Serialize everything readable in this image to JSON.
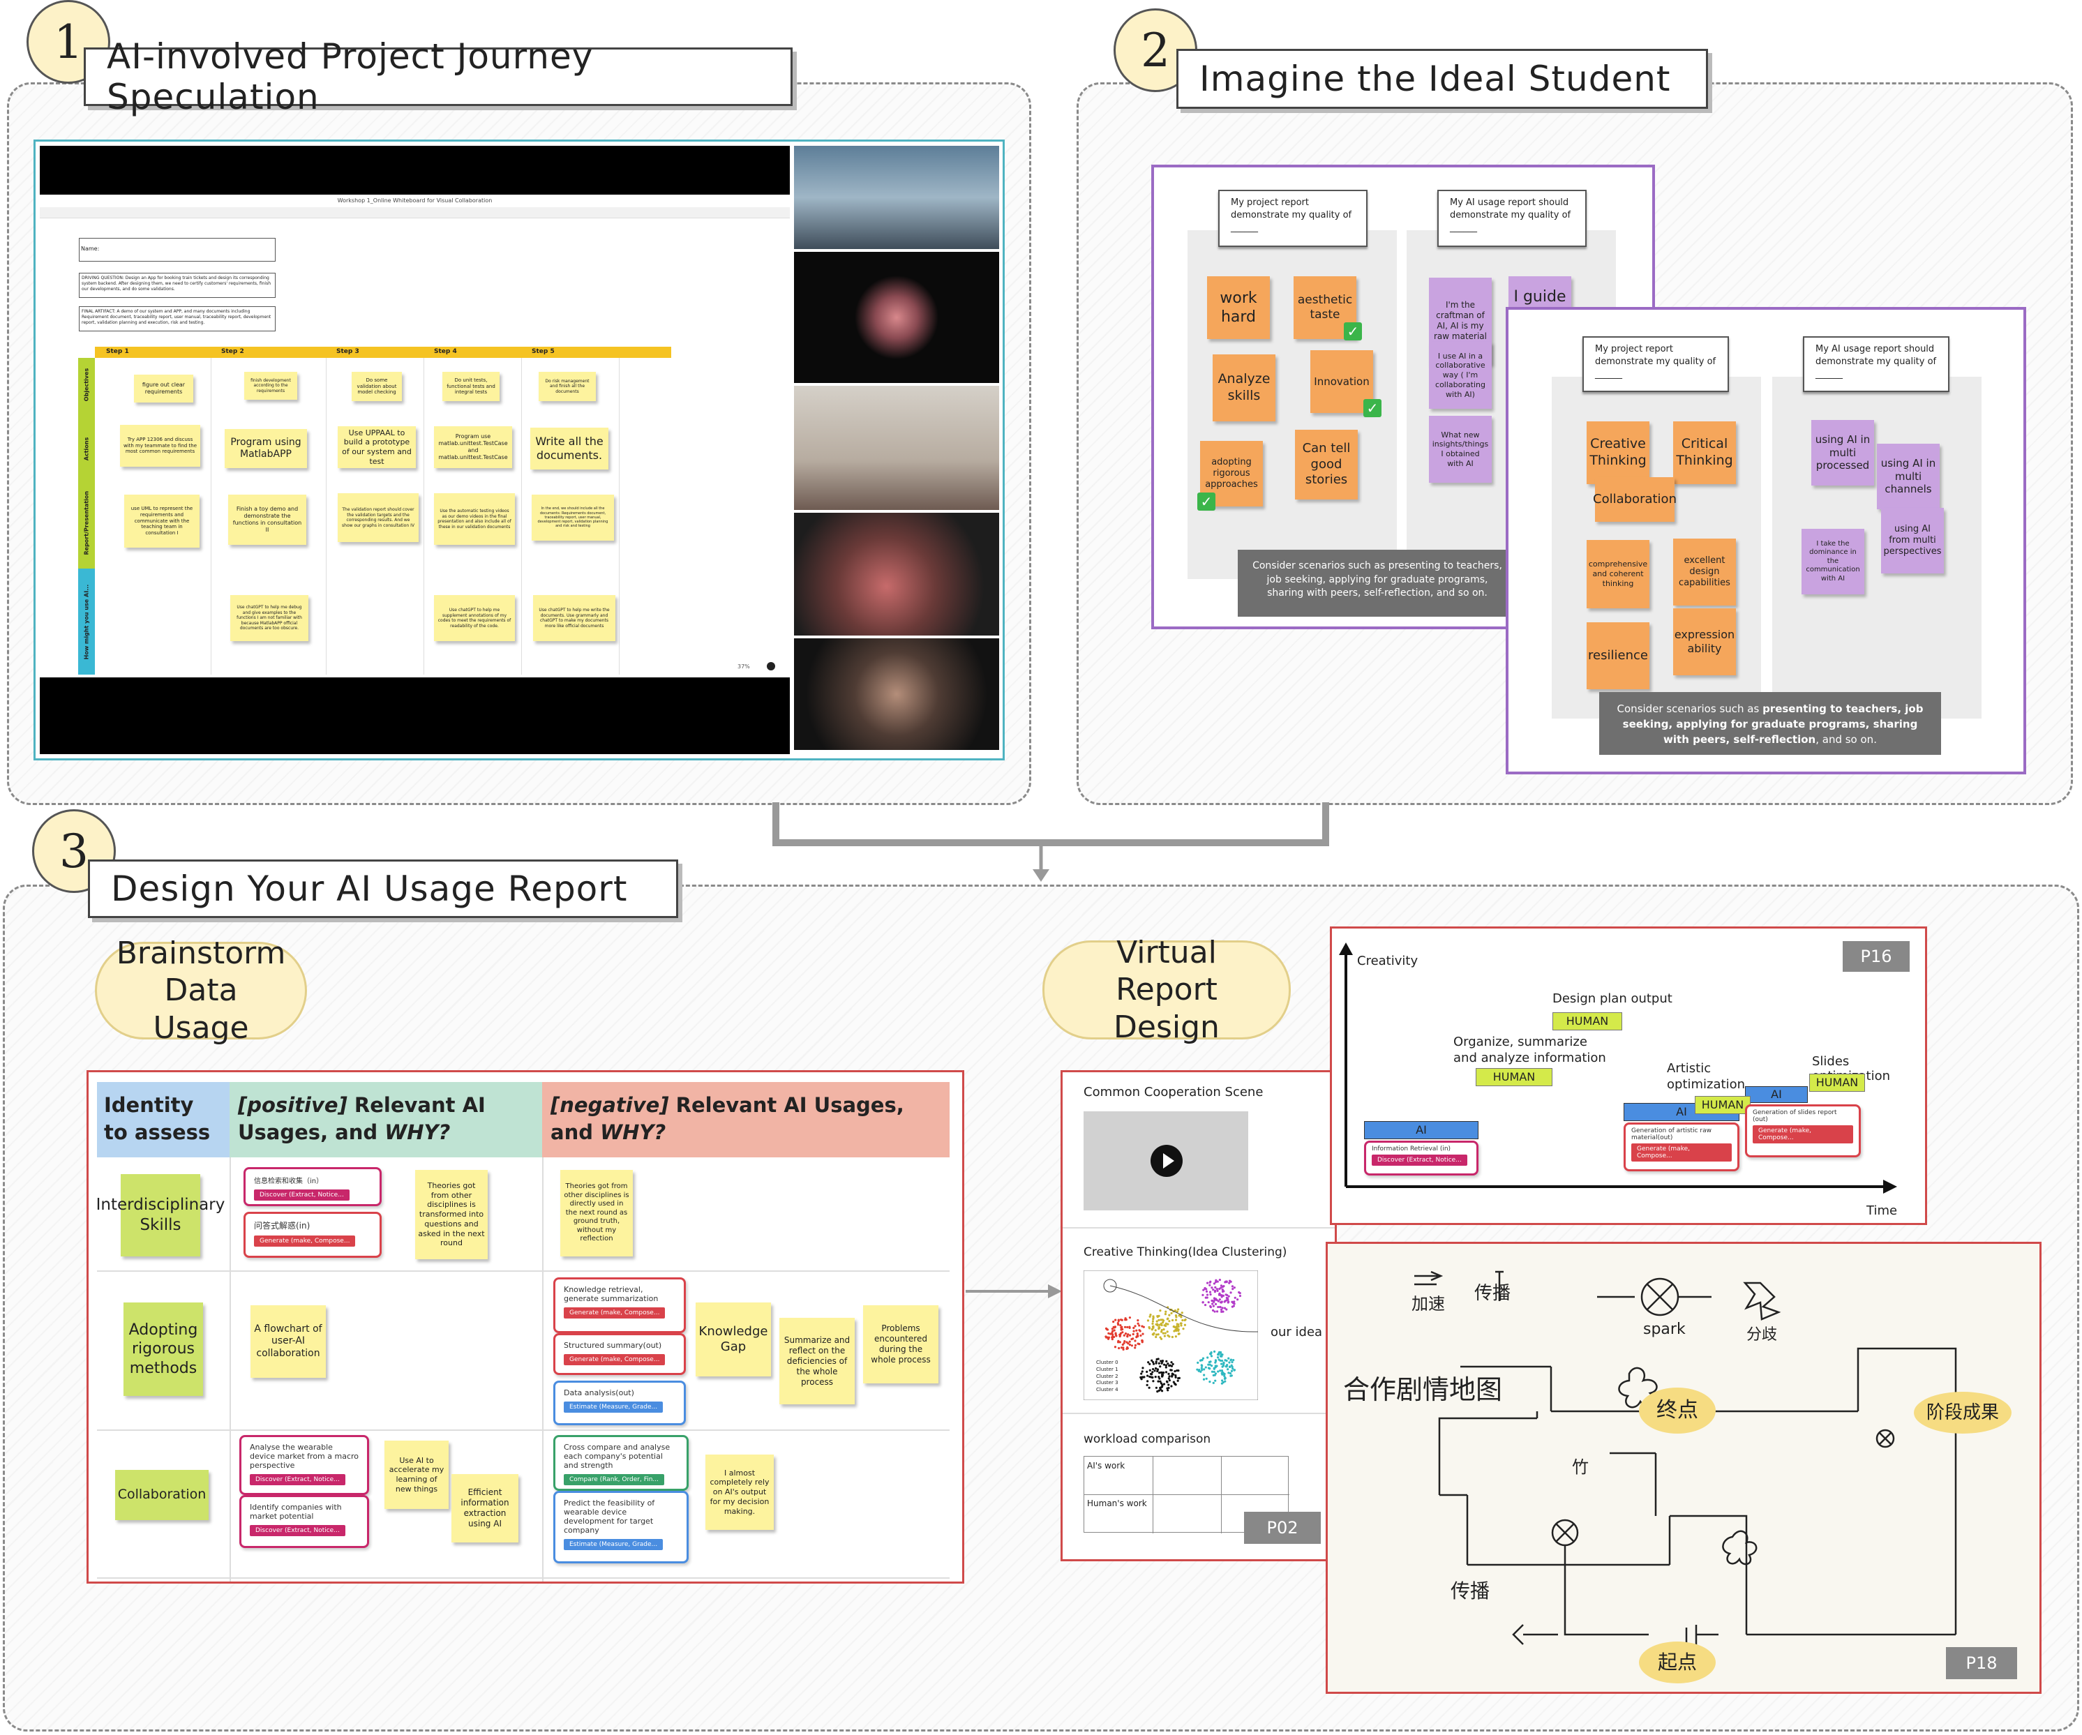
{
  "section1": {
    "number": "1",
    "title": "AI-involved Project Journey Speculation",
    "window_title": "Workshop 1_Online Whiteboard for Visual Collaboration",
    "name_label": "Name:",
    "driving_question": "DRIVING QUESTION: Design an App for booking train tickets and design its corresponding system backend. After designing them, we need to certify customers' requirements, finish our developments, and do some validations.",
    "final_artifact": "FINAL ARTIFACT: A demo of our system and APP, and many documents including Requirement document, traceability report, user manual, traceability report, development report, validation planning and execution, risk and testing.",
    "steps": [
      "Step 1",
      "Step 2",
      "Step 3",
      "Step 4",
      "Step 5"
    ],
    "rows": [
      "Objectives",
      "Actions",
      "Report/Presentation",
      "How might you use AI..."
    ],
    "cells": [
      [
        "figure out clear requirements",
        "finish development according to the requirements",
        "Do some validation about model checking",
        "Do unit tests, functional tests and integral tests",
        "Do risk management and finish all the documents"
      ],
      [
        "Try APP 12306 and discuss with my teammate to find the most common requirements",
        "Program using MatlabAPP",
        "Use UPPAAL to build a prototype of our system and test",
        "Program use matlab.unittest.TestCase and matlab.unittest.TestCase",
        "Write all the documents."
      ],
      [
        "use UML to represent the requirements and communicate with the teaching team in consultation I",
        "Finish a toy demo and demonstrate the functions in consultation II",
        "The validation report should cover the validation targets and the corresponding results. And we show our graphs in consultation IV",
        "Use the automatic testing videos as our demo videos in the final presentation and also include all of these in our validation documents",
        "In the end, we should include all the documents: Requirements document, traceability report, user manual, development report, validation planning and risk and testing"
      ],
      [
        "",
        "Use chatGPT to help me debug and give examples to the functions I am not familiar with because MatlabAPP official documents are too obscure.",
        "",
        "Use chatGPT to help me supplement annotations of my codes to meet the requirements of readability of the code.",
        "Use chatGPT to help me write the documents. Use grammarly and chatGPT to make my documents more like official documents"
      ]
    ],
    "zoom": "37%"
  },
  "section2": {
    "number": "2",
    "title": "Imagine the Ideal Student",
    "board_back": {
      "header_left": "My project report demonstrate my quality of ______",
      "header_right": "My AI usage report should demonstrate my quality of ______",
      "orange": [
        "work hard",
        "aesthetic taste",
        "Analyze skills",
        "Innovation",
        "adopting rigorous approaches",
        "Can tell good stories"
      ],
      "purple": [
        "I'm the craftman of AI, AI is my raw material",
        "I use AI in a collaborative way ( I'm collaborating with AI)",
        "What new insights/things I obtained with AI",
        "I guide"
      ],
      "scenario": "Consider scenarios such as presenting to teachers, job seeking, applying for graduate programs, sharing with peers, self-reflection, and so on."
    },
    "board_front": {
      "header_left": "My project report demonstrate my quality of ______",
      "header_right": "My AI usage report should demonstrate my quality of ______",
      "orange": [
        "Creative Thinking",
        "Critical Thinking",
        "Collaboration",
        "comprehensive and coherent thinking",
        "excellent design capabilities",
        "resilience",
        "expression ability"
      ],
      "purple": [
        "using AI in multi processed",
        "using AI in multi channels",
        "using AI from multi perspectives",
        "I take the dominance in the communication with AI"
      ],
      "scenario_prefix": "Consider scenarios such as ",
      "scenario_bold": "presenting to teachers, job seeking, applying for graduate programs, sharing with peers, self-reflection",
      "scenario_suffix": ", and so on."
    }
  },
  "section3": {
    "number": "3",
    "title": "Design Your AI Usage Report",
    "brainstorm_label": "Brainstorm Data Usage",
    "virtual_label": "Virtual Report Design",
    "table": {
      "col1": "Identity to assess",
      "col2_em": "[positive]",
      "col2_rest": " Relevant AI Usages, and ",
      "col2_why": "WHY?",
      "col3_em": "[negative]",
      "col3_rest": " Relevant AI Usages, and ",
      "col3_why": "WHY?",
      "identities": [
        "Interdisciplinary Skills",
        "Adopting rigorous methods",
        "Collaboration"
      ],
      "row1_cards": [
        {
          "text": "信息检索和收集（in）",
          "tag": "Discover (Extract, Notice..."
        },
        {
          "text": "问答式解惑(in)",
          "tag": "Generate (make, Compose..."
        }
      ],
      "row1_pos_note": "Theories got from other disciplines is transformed into questions and asked in the next round",
      "row1_neg_note": "Theories got from other disciplines is directly used in the next round as ground truth, without my reflection",
      "row2_pos_note": "A flowchart of user-AI collaboration",
      "row2_cards": [
        {
          "text": "Knowledge retrieval, generate summarization",
          "tag": "Generate (make, Compose..."
        },
        {
          "text": "Structured summary(out)",
          "tag": "Generate (make, Compose..."
        },
        {
          "text": "Data analysis(out)",
          "tag": "Estimate (Measure, Grade..."
        }
      ],
      "row2_neg_notes": [
        "Knowledge Gap",
        "Summarize and reflect on the deficiencies of the whole process",
        "Problems encountered during the whole process"
      ],
      "row3_cards": [
        {
          "text": "Analyse the wearable device market from a macro perspective",
          "tag": "Discover (Extract, Notice..."
        },
        {
          "text": "Identify companies with market potential",
          "tag": "Discover (Extract, Notice..."
        }
      ],
      "row3_pos_notes": [
        "Use AI to accelerate my learning of new things",
        "Efficient information extraction using AI"
      ],
      "row3_neg_cards": [
        {
          "text": "Cross compare and analyse each company's potential and strength",
          "tag": "Compare (Rank, Order, Fin..."
        },
        {
          "text": "Predict the feasibility of wearable device development for target company",
          "tag": "Estimate (Measure, Grade..."
        }
      ],
      "row3_neg_note": "I almost completely rely on AI's output for my decision making."
    },
    "p02": {
      "label": "P02",
      "scene_title": "Common Cooperation Scene",
      "cluster_title": "Creative Thinking(Idea Clustering)",
      "our_idea": "our idea",
      "legend": [
        "Cluster 0",
        "Cluster 1",
        "Cluster 2",
        "Cluster 3",
        "Cluster 4"
      ],
      "workload_title": "workload comparison",
      "rows": [
        "AI's work",
        "Human's work"
      ]
    },
    "p16": {
      "label": "P16",
      "y_axis": "Creativity",
      "x_axis": "Time",
      "labels": [
        "Design plan output",
        "Organize, summarize and analyze information",
        "Artistic optimization",
        "Slides optimization"
      ],
      "human": "HUMAN",
      "ai": "AI",
      "cards": [
        {
          "text": "Information Retrieval (in)",
          "tag": "Discover (Extract, Notice..."
        },
        {
          "text": "Generation of artistic raw material(out)",
          "tag": "Generate (make, Compose..."
        },
        {
          "text": "Generation of slides report (out)",
          "tag": "Generate (make, Compose..."
        }
      ]
    },
    "p18": {
      "label": "P18",
      "title_cn": "合作剧情地图",
      "sketch_labels": [
        "加速",
        "传播",
        "spark",
        "分歧",
        "终点",
        "阶段成果",
        "起点",
        "传播",
        "竹"
      ]
    }
  },
  "colors": {
    "accent_yellow": "#fdf2c8",
    "sticky_yellow": "#fdf39e",
    "sticky_green": "#cde36a",
    "sticky_orange": "#f5a65b",
    "sticky_purple": "#c9a3e0",
    "table_blue": "#b7d5f1",
    "table_green": "#bfe3d3",
    "table_red": "#f1b4a5",
    "frame_red": "#d04a4a",
    "frame_purple": "#9b6bc4"
  }
}
